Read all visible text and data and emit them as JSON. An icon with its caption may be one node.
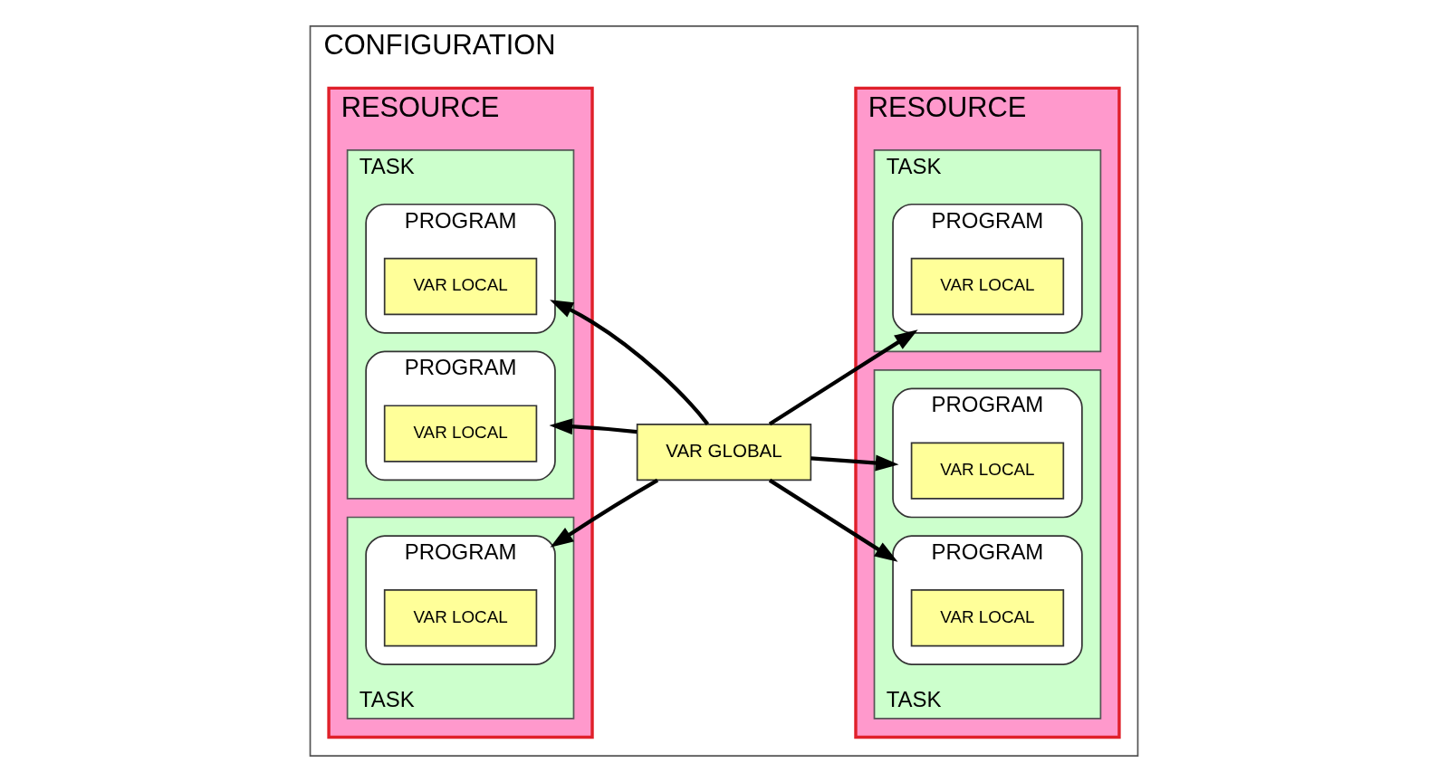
{
  "diagram": {
    "nodes": [
      {
        "text": [
          "CONFIGURATION"
        ]
      },
      {
        "text": [
          "RESOURCE"
        ],
        "in": 0
      },
      {
        "text": [
          "TASK"
        ],
        "in": 1
      },
      {
        "text": [
          "PROGRAM"
        ],
        "in": 2
      },
      {
        "text": [
          "VAR LOCAL"
        ],
        "in": 3
      },
      {
        "text": [
          "PROGRAM"
        ],
        "in": 2
      },
      {
        "text": [
          "VAR LOCAL"
        ],
        "in": 5
      },
      {
        "text": [
          "TASK"
        ],
        "in": 1
      },
      {
        "text": [
          "PROGRAM"
        ],
        "in": 7
      },
      {
        "text": [
          "VAR LOCAL"
        ],
        "in": 8
      },
      {
        "text": [
          "VAR GLOBAL"
        ],
        "in": 0
      },
      {
        "text": [
          "RESOURCE"
        ],
        "in": 0
      },
      {
        "text": [
          "TASK"
        ],
        "in": 11
      },
      {
        "text": [
          "PROGRAM"
        ],
        "in": 12
      },
      {
        "text": [
          "VAR LOCAL"
        ],
        "in": 13
      },
      {
        "text": [
          "TASK"
        ],
        "in": 11
      },
      {
        "text": [
          "PROGRAM"
        ],
        "in": 15
      },
      {
        "text": [
          "VAR LOCAL"
        ],
        "in": 16
      },
      {
        "text": [
          "PROGRAM"
        ],
        "in": 15
      },
      {
        "text": [
          "VAR LOCAL"
        ],
        "in": 18
      }
    ],
    "edges": [
      {
        "from": 10,
        "to": 3,
        "arrow": "to"
      },
      {
        "from": 10,
        "to": 5,
        "arrow": "to"
      },
      {
        "from": 10,
        "to": 8,
        "arrow": "to"
      },
      {
        "from": 10,
        "to": 13,
        "arrow": "to"
      },
      {
        "from": 10,
        "to": 16,
        "arrow": "to"
      },
      {
        "from": 10,
        "to": 18,
        "arrow": "to"
      }
    ]
  }
}
